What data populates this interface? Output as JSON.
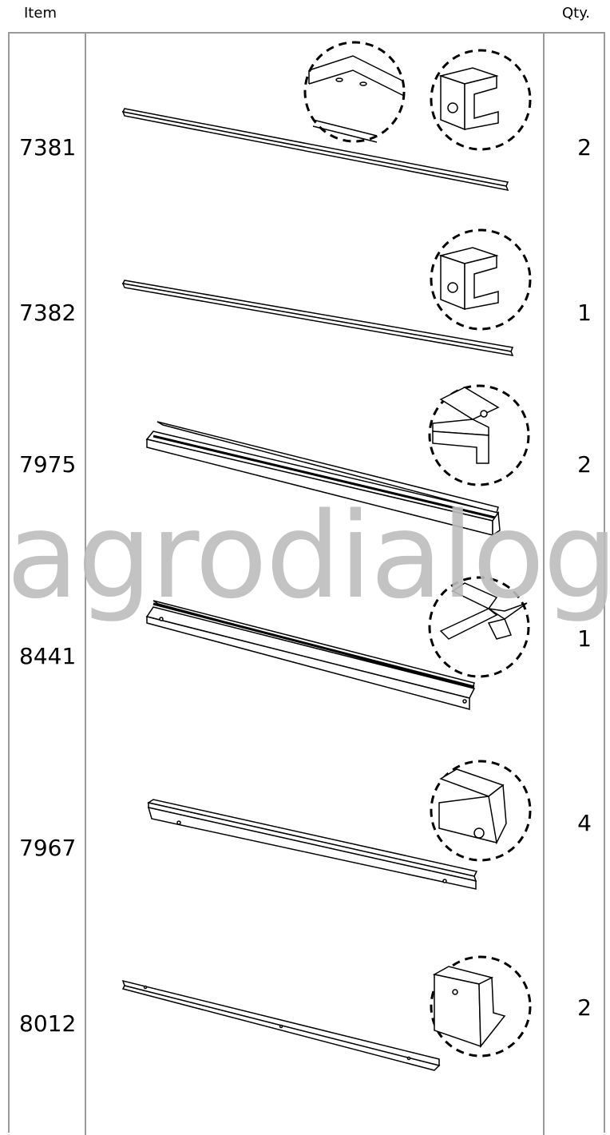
{
  "header": {
    "item_label": "Item",
    "qty_label": "Qty."
  },
  "rows": [
    {
      "item": "7381",
      "qty": "2"
    },
    {
      "item": "7382",
      "qty": "1"
    },
    {
      "item": "7975",
      "qty": "2"
    },
    {
      "item": "8441",
      "qty": "1"
    },
    {
      "item": "7967",
      "qty": "4"
    },
    {
      "item": "8012",
      "qty": "2"
    }
  ],
  "watermark": "agrodialog",
  "colors": {
    "border": "#9a9a9a",
    "watermark": "#bdbdbd",
    "line": "#000000"
  }
}
